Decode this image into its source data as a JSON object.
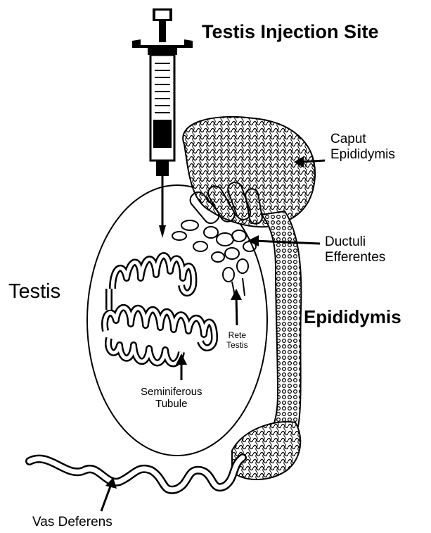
{
  "labels": {
    "title": "Testis Injection Site",
    "caput_line1": "Caput",
    "caput_line2": "Epididymis",
    "ductuli_line1": "Ductuli",
    "ductuli_line2": "Efferentes",
    "testis": "Testis",
    "epididymis": "Epididymis",
    "rete_line1": "Rete",
    "rete_line2": "Testis",
    "seminiferous_line1": "Seminiferous",
    "seminiferous_line2": "Tubule",
    "vas_deferens": "Vas Deferens"
  },
  "colors": {
    "ink": "#000000",
    "background": "#ffffff"
  }
}
